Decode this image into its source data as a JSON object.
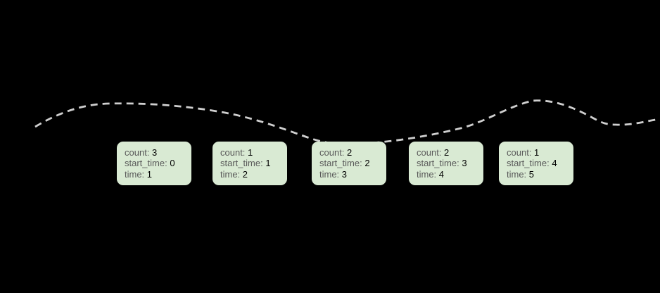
{
  "background": "#000000",
  "curve": {
    "color": "#cfcfcf",
    "style": "dashed"
  },
  "card_style": {
    "fill": "#d9ead3",
    "label_color": "#595959",
    "value_color": "#000000"
  },
  "labels": {
    "count": "count:",
    "start_time": "start_time:",
    "time": "time:"
  },
  "cards": [
    {
      "count": "3",
      "start_time": "0",
      "time": "1"
    },
    {
      "count": "1",
      "start_time": "1",
      "time": "2"
    },
    {
      "count": "2",
      "start_time": "2",
      "time": "3"
    },
    {
      "count": "2",
      "start_time": "3",
      "time": "4"
    },
    {
      "count": "1",
      "start_time": "4",
      "time": "5"
    }
  ]
}
